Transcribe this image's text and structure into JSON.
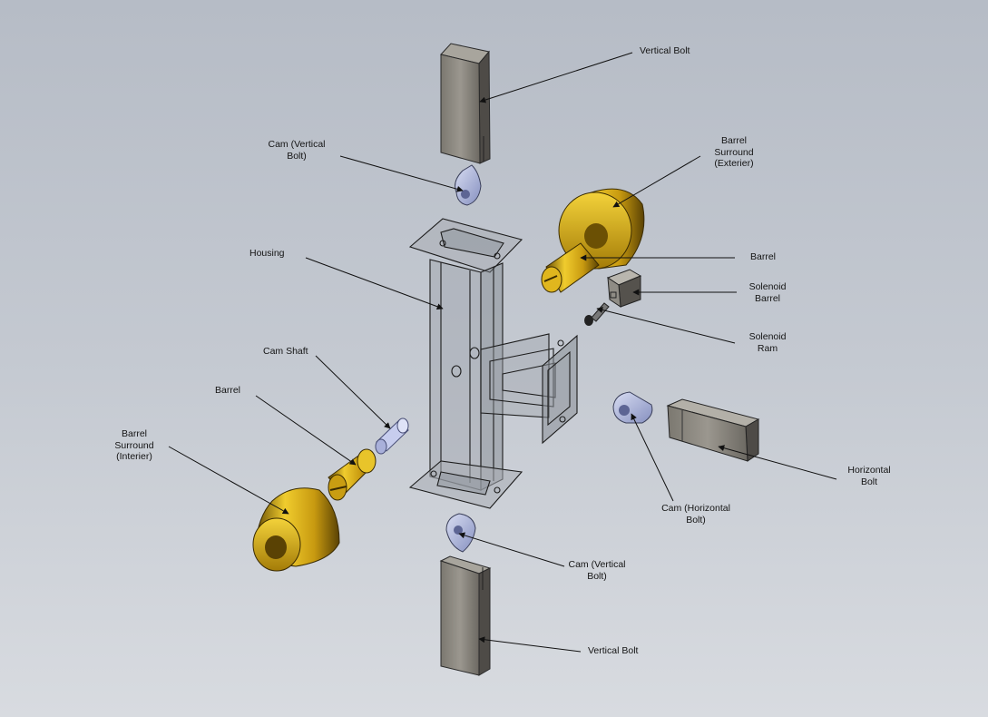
{
  "labels": {
    "vertical_bolt_top": "Vertical Bolt",
    "cam_vertical_bolt_top": "Cam (Vertical\nBolt)",
    "barrel_surround_exterior": "Barrel\nSurround\n(Exterier)",
    "housing": "Housing",
    "barrel_right": "Barrel",
    "solenoid_barrel": "Solenoid\nBarrel",
    "solenoid_ram": "Solenoid\nRam",
    "cam_shaft": "Cam Shaft",
    "barrel_left": "Barrel",
    "barrel_surround_interior": "Barrel\nSurround\n(Interier)",
    "horizontal_bolt": "Horizontal\nBolt",
    "cam_horizontal_bolt": "Cam (Horizontal\nBolt)",
    "cam_vertical_bolt_bottom": "Cam (Vertical\nBolt)",
    "vertical_bolt_bottom": "Vertical Bolt"
  },
  "colors": {
    "brass_light": "#e2b820",
    "brass_dark": "#6e5406",
    "steel_gray": "#8d8a84",
    "cam_blue": "#a6afd8",
    "housing_glass": "#9da2aa"
  }
}
